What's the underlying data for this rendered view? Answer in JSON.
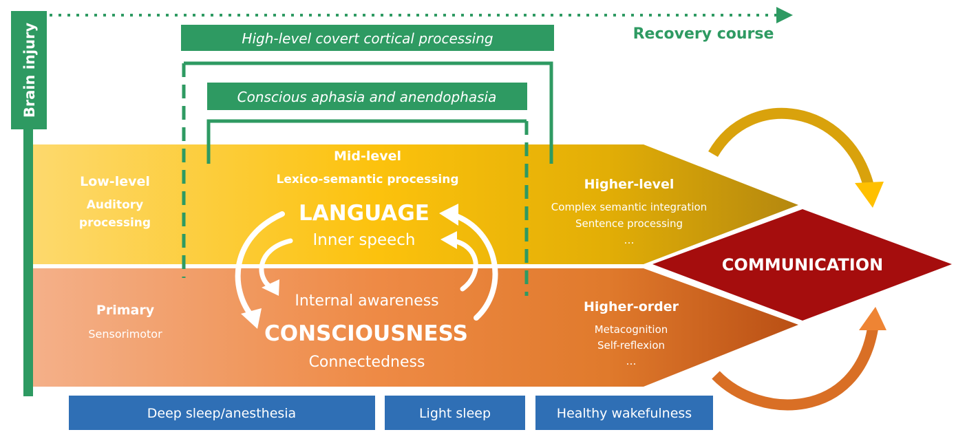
{
  "side_label": "Brain injury",
  "recovery_label": "Recovery course",
  "covert_box": "High-level covert cortical processing",
  "aphasia_box": "Conscious aphasia and anendophasia",
  "language_band": {
    "low_title": "Low-level",
    "low_line1": "Auditory",
    "low_line2": "processing",
    "mid_title": "Mid-level",
    "mid_sub": "Lexico-semantic processing",
    "main": "LANGUAGE",
    "main_sub": "Inner speech",
    "high_title": "Higher-level",
    "high_line1": "Complex semantic integration",
    "high_line2": "Sentence processing",
    "high_line3": "…"
  },
  "consciousness_band": {
    "primary_title": "Primary",
    "primary_sub": "Sensorimotor",
    "top": "Internal awareness",
    "main": "CONSCIOUSNESS",
    "main_sub": "Connectedness",
    "high_title": "Higher-order",
    "high_line1": "Metacognition",
    "high_line2": "Self-reflexion",
    "high_line3": "…"
  },
  "communication": "COMMUNICATION",
  "states": [
    "Deep sleep/anesthesia",
    "Light sleep",
    "Healthy wakefulness"
  ],
  "colors": {
    "green": "#2e9a62",
    "blue": "#2f6fb5",
    "communication": "#a50d0d",
    "yellow_light": "#fcd86a",
    "yellow_dark": "#b88a0c",
    "orange_light": "#f4b089",
    "orange_dark": "#bd5515"
  }
}
